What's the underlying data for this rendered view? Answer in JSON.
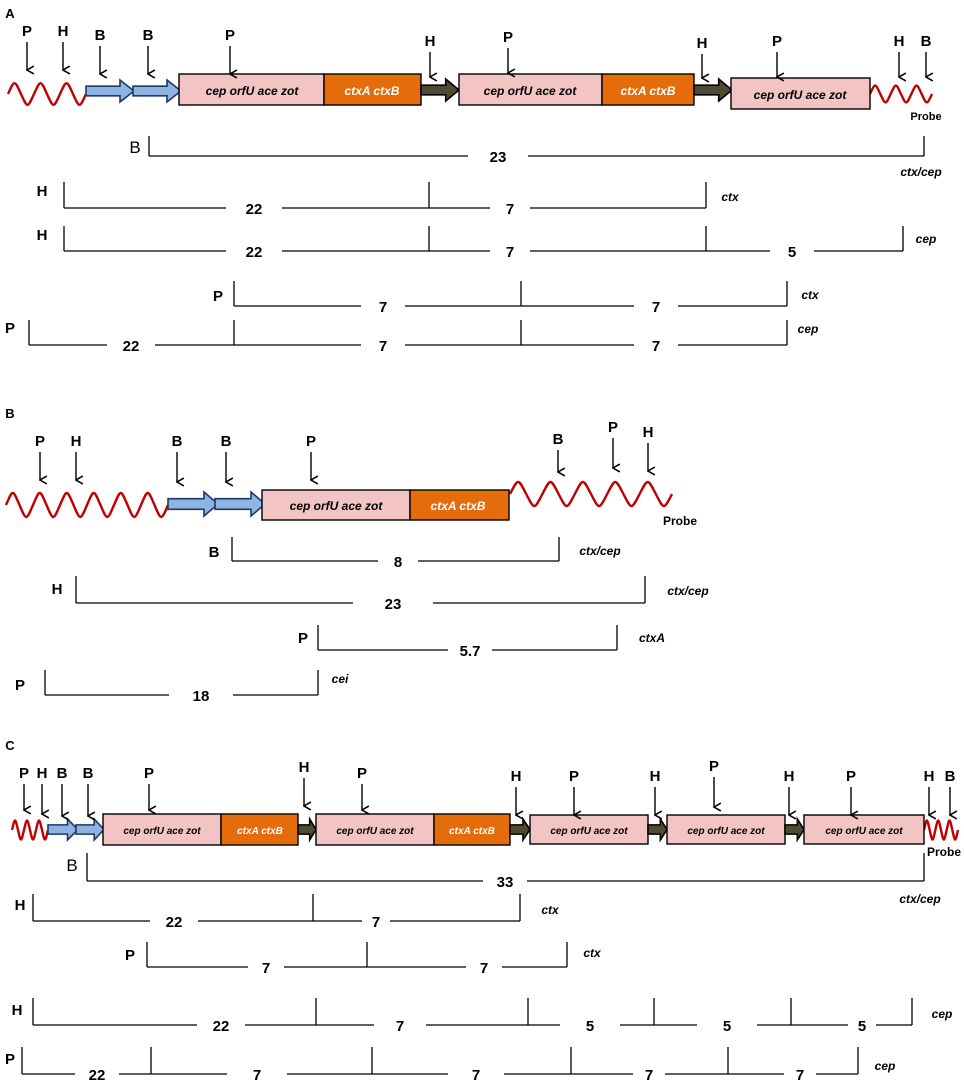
{
  "colors": {
    "wave": "#c00000",
    "blue_arrow": "#8eb4e3",
    "blue_arrow_stroke": "#1f3864",
    "pink_box": "#f2c4c4",
    "orange_box": "#e46c0a",
    "dark_arrow": "#4f4a32",
    "line": "#000000"
  },
  "panels": {
    "A": {
      "label": "A",
      "sites": [
        "P",
        "H",
        "B",
        "B",
        "P",
        "H",
        "P",
        "H",
        "P",
        "H",
        "B"
      ],
      "genes_core": "cep  orfU  ace  zot",
      "genes_ctx": "ctxA  ctxB",
      "probe": "Probe",
      "rows": [
        {
          "enzyme": "B",
          "probe": "ctx/cep",
          "segments": [
            "23"
          ]
        },
        {
          "enzyme": "H",
          "probe": "ctx",
          "segments": [
            "22",
            "7"
          ]
        },
        {
          "enzyme": "H",
          "probe": "cep",
          "segments": [
            "22",
            "7",
            "5"
          ]
        },
        {
          "enzyme": "P",
          "probe": "ctx",
          "segments": [
            "7",
            "7"
          ]
        },
        {
          "enzyme": "P",
          "probe": "cep",
          "segments": [
            "22",
            "7",
            "7"
          ]
        }
      ]
    },
    "B": {
      "label": "B",
      "sites": [
        "P",
        "H",
        "B",
        "B",
        "P",
        "B",
        "P",
        "H"
      ],
      "genes_core": "cep  orfU  ace  zot",
      "genes_ctx": "ctxA  ctxB",
      "probe": "Probe",
      "rows": [
        {
          "enzyme": "B",
          "probe": "ctx/cep",
          "segments": [
            "8"
          ]
        },
        {
          "enzyme": "H",
          "probe": "ctx/cep",
          "segments": [
            "23"
          ]
        },
        {
          "enzyme": "P",
          "probe": "ctxA",
          "segments": [
            "5.7"
          ]
        },
        {
          "enzyme": "P",
          "probe": "cei",
          "segments": [
            "18"
          ]
        }
      ]
    },
    "C": {
      "label": "C",
      "sites": [
        "P",
        "H",
        "B",
        "B",
        "P",
        "H",
        "P",
        "H",
        "P",
        "H",
        "P",
        "H",
        "P",
        "H",
        "B"
      ],
      "genes_core": "cep  orfU  ace  zot",
      "genes_ctx": "ctxA  ctxB",
      "probe": "Probe",
      "rows": [
        {
          "enzyme": "B",
          "probe": "ctx/cep",
          "segments": [
            "33"
          ]
        },
        {
          "enzyme": "H",
          "probe": "ctx",
          "segments": [
            "22",
            "7"
          ]
        },
        {
          "enzyme": "P",
          "probe": "ctx",
          "segments": [
            "7",
            "7"
          ]
        },
        {
          "enzyme": "H",
          "probe": "cep",
          "segments": [
            "22",
            "7",
            "5",
            "5",
            "5"
          ]
        },
        {
          "enzyme": "P",
          "probe": "cep",
          "segments": [
            "22",
            "7",
            "7",
            "7",
            "7"
          ]
        }
      ]
    }
  }
}
